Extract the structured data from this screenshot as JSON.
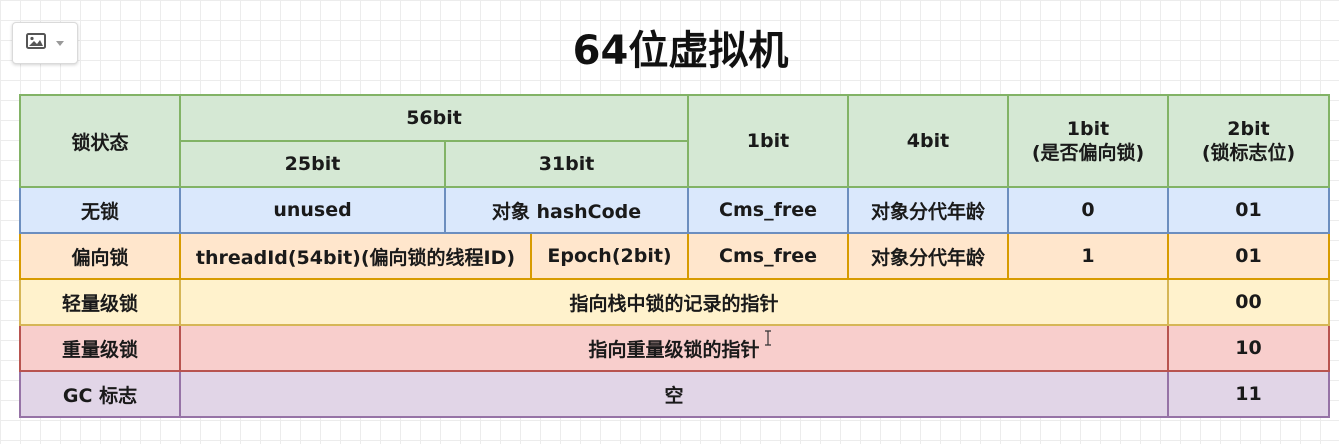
{
  "title": "64位虚拟机",
  "toolbar": {
    "image_icon": "image-icon",
    "dropdown_icon": "caret-down-icon"
  },
  "colors": {
    "green_fill": "#d5e8d4",
    "green_border": "#82b366",
    "blue_fill": "#dae8fc",
    "blue_border": "#6c8ebf",
    "orange_fill": "#ffe6cc",
    "orange_border": "#d79b00",
    "yellow_fill": "#fff2cc",
    "yellow_border": "#d6b656",
    "red_fill": "#f8cecc",
    "red_border": "#b85450",
    "purple_fill": "#e1d5e7",
    "purple_border": "#9673a6"
  },
  "header": {
    "lock_state": "锁状态",
    "bits56": "56bit",
    "bits25": "25bit",
    "bits31": "31bit",
    "bit1": "1bit",
    "bits4": "4bit",
    "biased_flag_line1": "1bit",
    "biased_flag_line2": "(是否偏向锁)",
    "lock_flag_line1": "2bit",
    "lock_flag_line2": "(锁标志位)"
  },
  "rows": {
    "no_lock": {
      "state": "无锁",
      "unused": "unused",
      "hashcode": "对象 hashCode",
      "cms": "Cms_free",
      "age": "对象分代年龄",
      "biased": "0",
      "flag": "01"
    },
    "biased_lock": {
      "state": "偏向锁",
      "thread_id": "threadId(54bit)(偏向锁的线程ID)",
      "epoch": "Epoch(2bit)",
      "cms": "Cms_free",
      "age": "对象分代年龄",
      "biased": "1",
      "flag": "01"
    },
    "lightweight": {
      "state": "轻量级锁",
      "content": "指向栈中锁的记录的指针",
      "flag": "00"
    },
    "heavyweight": {
      "state": "重量级锁",
      "content": "指向重量级锁的指针",
      "flag": "10"
    },
    "gc_mark": {
      "state": "GC 标志",
      "content": "空",
      "flag": "11"
    }
  }
}
